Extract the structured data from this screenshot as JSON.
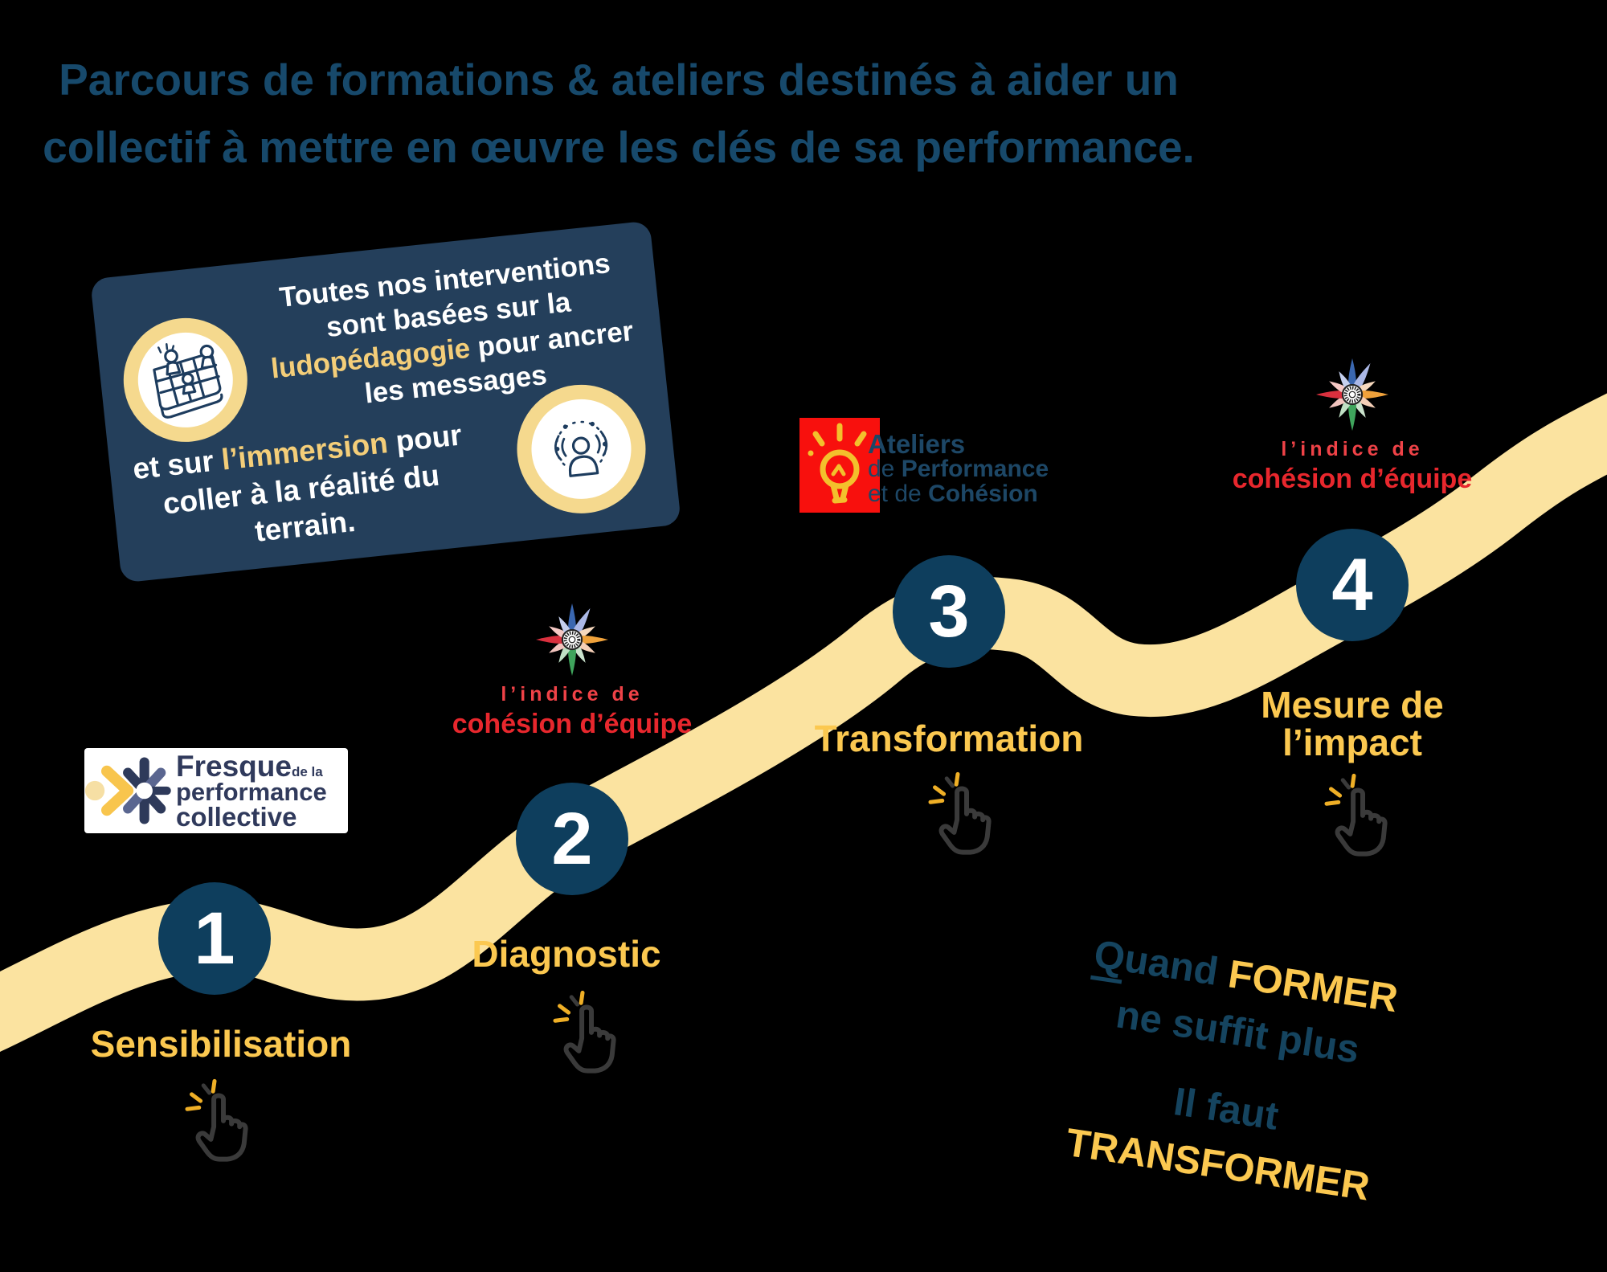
{
  "colors": {
    "background": "#000000",
    "path_yellow": "#FBE3A0",
    "circle_navy": "#0E3E5D",
    "title_navy": "#17496B",
    "card_navy": "#243F5B",
    "label_yellow": "#FBC850",
    "card_highlight_yellow": "#F4CE79",
    "logo_red": "#E8272D",
    "ateliers_red": "#F8100D"
  },
  "title": {
    "line1": "Parcours de formations & ateliers destinés à aider un",
    "line2": "collectif à mettre en œuvre les clés de sa performance."
  },
  "card": {
    "text1_pre": "Toutes nos interventions sont basées sur la ",
    "text1_highlight": "ludopédagogie",
    "text1_post": " pour ancrer les messages",
    "text2_pre": "et sur ",
    "text2_highlight": "l’immersion",
    "text2_post": " pour coller à la réalité du terrain."
  },
  "logos": {
    "fresque": {
      "line1": "Fresque",
      "line1_small": "de la",
      "line2": "performance",
      "line3": "collective"
    },
    "indice": {
      "line1": "l’indice de",
      "line2": "cohésion d’équipe"
    },
    "ateliers": {
      "line1": "Ateliers",
      "line2_regular": "de ",
      "line2_bold": "Performance",
      "line3_regular": "et de ",
      "line3_bold": "Cohésion"
    }
  },
  "steps": [
    {
      "number": "1",
      "label": "Sensibilisation"
    },
    {
      "number": "2",
      "label": "Diagnostic"
    },
    {
      "number": "3",
      "label": "Transformation"
    },
    {
      "number": "4",
      "label": "Mesure de l’impact"
    }
  ],
  "callout": {
    "q": "Q",
    "uand": "uand ",
    "former": "FORMER",
    "line2": "ne suffit plus",
    "line3": "Il faut",
    "transformer": "TRANSFORMER"
  }
}
